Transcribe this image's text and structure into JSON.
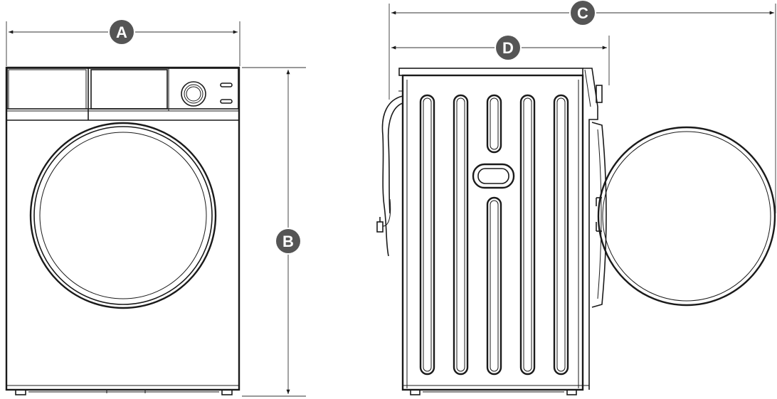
{
  "labels": {
    "width": "A",
    "height": "B",
    "depth_door_open": "C",
    "depth": "D"
  },
  "colors": {
    "line": "#1a1a1a",
    "badge_fill": "#555555",
    "badge_text": "#ffffff",
    "background": "#ffffff"
  }
}
